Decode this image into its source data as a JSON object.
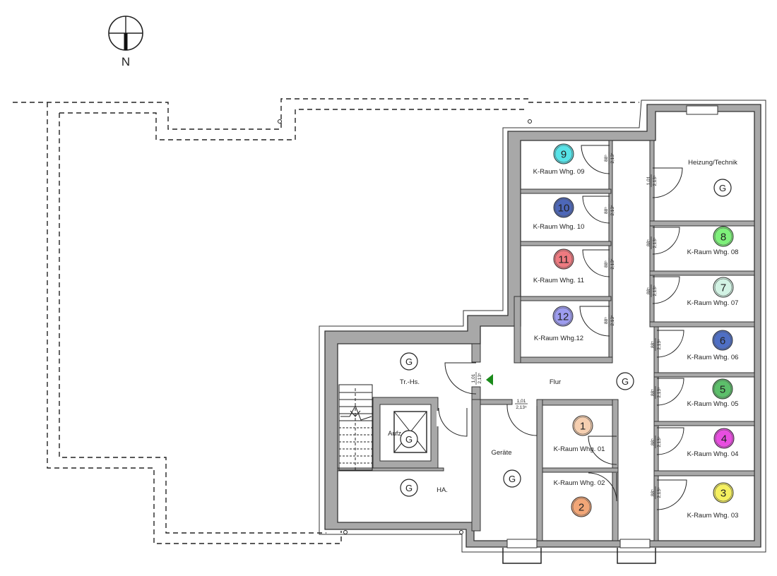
{
  "compass": {
    "label": "N"
  },
  "rooms": {
    "heizung": "Heizung/Technik",
    "flur": "Flur",
    "treppenhaus": "Tr.-Hs.",
    "aufzug": "Aufz.",
    "geraete": "Geräte",
    "hausanschluss": "HA."
  },
  "cellars": [
    {
      "number": "1",
      "label": "K-Raum Whg. 01",
      "color": "#f6cfb0"
    },
    {
      "number": "2",
      "label": "K-Raum Whg. 02",
      "color": "#f2a677"
    },
    {
      "number": "3",
      "label": "K-Raum Whg. 03",
      "color": "#f5f060"
    },
    {
      "number": "4",
      "label": "K-Raum Whg. 04",
      "color": "#e84ee0"
    },
    {
      "number": "5",
      "label": "K-Raum Whg. 05",
      "color": "#5cbf6a"
    },
    {
      "number": "6",
      "label": "K-Raum Whg. 06",
      "color": "#4f6fc4"
    },
    {
      "number": "7",
      "label": "K-Raum Whg. 07",
      "color": "#d2f3e4"
    },
    {
      "number": "8",
      "label": "K-Raum Whg. 08",
      "color": "#7ef07a"
    },
    {
      "number": "9",
      "label": "K-Raum Whg. 09",
      "color": "#57e3e8"
    },
    {
      "number": "10",
      "label": "K-Raum Whg. 10",
      "color": "#4d67b8"
    },
    {
      "number": "11",
      "label": "K-Raum Whg. 11",
      "color": "#ee7a80"
    },
    {
      "number": "12",
      "label": "K-Raum Whg.12",
      "color": "#9d9cef"
    }
  ],
  "g_marker": "G",
  "doors": {
    "narrow_width": "88⁵",
    "narrow_height": "2,13⁵",
    "wide_width": "1,01",
    "wide_height": "2,13⁵"
  },
  "colors": {
    "wall_fill": "#a8a8a8",
    "wall_line": "#333333",
    "exit_arrow": "#1a8a1a"
  }
}
